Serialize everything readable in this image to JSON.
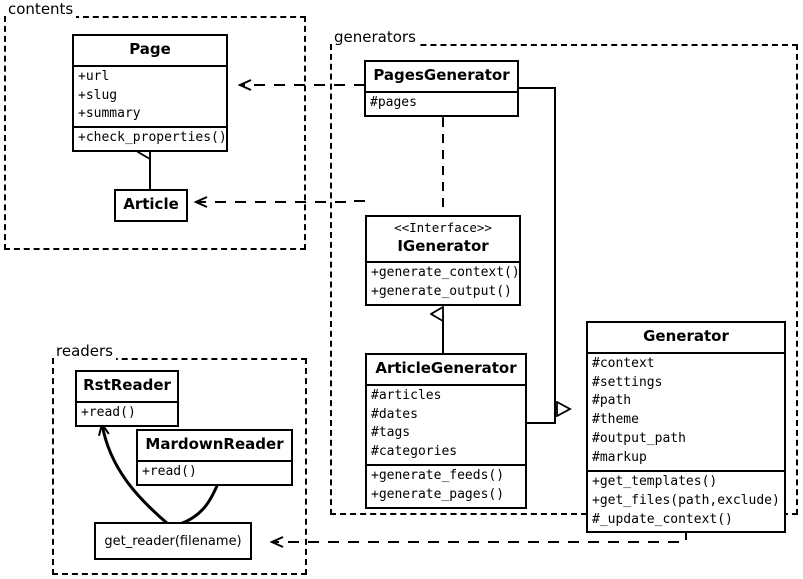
{
  "diagram": {
    "title": "Pelican architecture UML class diagram",
    "stroke_color": "#000000",
    "background": "#ffffff"
  },
  "packages": [
    {
      "id": "contents",
      "label": "contents"
    },
    {
      "id": "generators",
      "label": "generators"
    },
    {
      "id": "readers",
      "label": "readers"
    }
  ],
  "classes": {
    "page": {
      "name": "Page",
      "attributes": [
        "+url",
        "+slug",
        "+summary"
      ],
      "methods": [
        "+check_properties()"
      ]
    },
    "article": {
      "name": "Article",
      "attributes": [],
      "methods": []
    },
    "pages_generator": {
      "name": "PagesGenerator",
      "attributes": [
        "#pages"
      ],
      "methods": []
    },
    "igenerator": {
      "stereotype": "<<Interface>>",
      "name": "IGenerator",
      "attributes": [],
      "methods": [
        "+generate_context()",
        "+generate_output()"
      ]
    },
    "article_generator": {
      "name": "ArticleGenerator",
      "attributes": [
        "#articles",
        "#dates",
        "#tags",
        "#categories"
      ],
      "methods": [
        "+generate_feeds()",
        "+generate_pages()"
      ]
    },
    "generator": {
      "name": "Generator",
      "attributes": [
        "#context",
        "#settings",
        "#path",
        "#theme",
        "#output_path",
        "#markup"
      ],
      "methods": [
        "+get_templates()",
        "+get_files(path,exclude)",
        "#_update_context()"
      ]
    },
    "rst_reader": {
      "name": "RstReader",
      "attributes": [],
      "methods": [
        "+read()"
      ]
    },
    "mardown_reader": {
      "name": "MardownReader",
      "attributes": [],
      "methods": [
        "+read()"
      ]
    }
  },
  "nodes": {
    "get_reader": {
      "label": "get_reader(filename)"
    }
  },
  "relations": [
    {
      "id": "article-page",
      "type": "generalization",
      "from": "Article",
      "to": "Page"
    },
    {
      "id": "articlegen-igenerator",
      "type": "generalization",
      "from": "ArticleGenerator",
      "to": "IGenerator"
    },
    {
      "id": "pagesgen-igenerator",
      "type": "realization",
      "from": "PagesGenerator",
      "to": "IGenerator"
    },
    {
      "id": "pagesgen-generator",
      "type": "generalization",
      "from": "PagesGenerator",
      "to": "Generator"
    },
    {
      "id": "articlegen-generator",
      "type": "generalization",
      "from": "ArticleGenerator",
      "to": "Generator"
    },
    {
      "id": "generators-page",
      "type": "dependency",
      "from": "generators",
      "to": "Page"
    },
    {
      "id": "generators-article",
      "type": "dependency",
      "from": "generators",
      "to": "Article"
    },
    {
      "id": "generator-getreader",
      "type": "dependency",
      "from": "Generator",
      "to": "get_reader"
    },
    {
      "id": "getreader-rstreader",
      "type": "dependency",
      "from": "get_reader",
      "to": "RstReader"
    },
    {
      "id": "getreader-mardown",
      "type": "dependency",
      "from": "get_reader",
      "to": "MardownReader"
    }
  ]
}
